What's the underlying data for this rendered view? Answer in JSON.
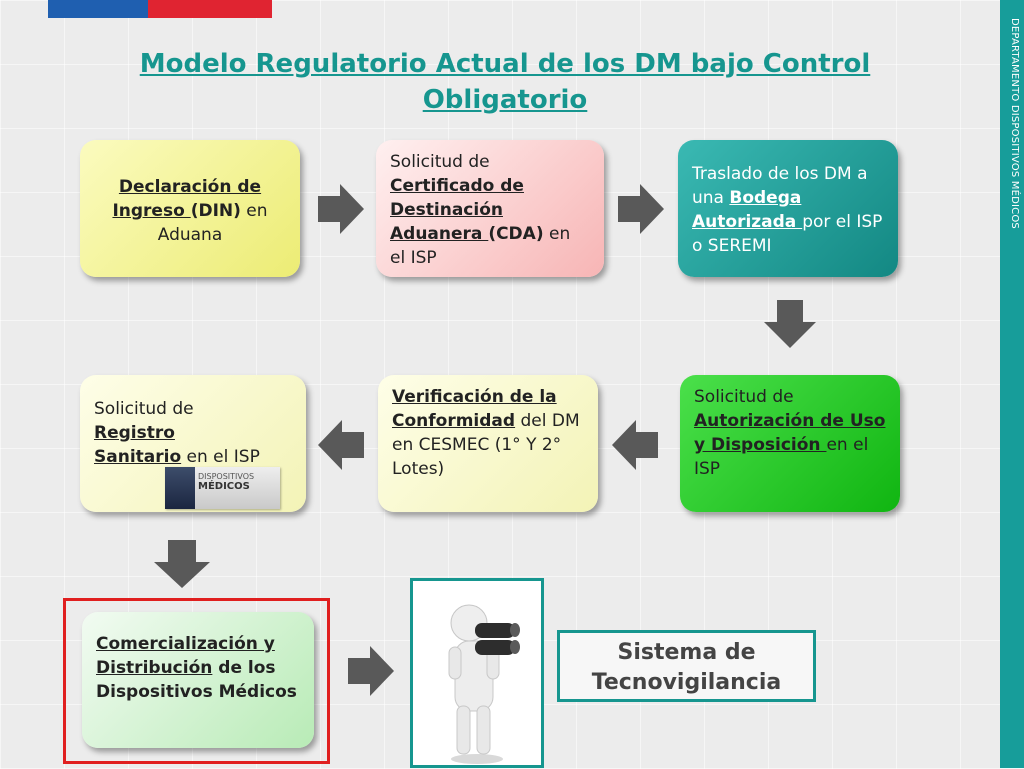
{
  "side_label": "DEPARTAMENTO DISPOSITIVOS MÉDICOS",
  "title": "Modelo Regulatorio Actual de los DM bajo Control Obligatorio",
  "boxes": {
    "din": {
      "t1": "Declaración de Ingreso ",
      "t2": "(DIN)",
      "t3": " en Aduana"
    },
    "cda": {
      "t1": "Solicitud de ",
      "t2": "Certificado de Destinación Aduanera ",
      "t3": "(CDA)",
      "t4": " en el ISP"
    },
    "bodega": {
      "t1": "Traslado de los DM a una ",
      "t2": "Bodega Autorizada ",
      "t3": "por el ISP o SEREMI"
    },
    "autorizacion": {
      "t1": "Solicitud de ",
      "t2": "Autorización de Uso y Disposición ",
      "t3": "en el ISP"
    },
    "verificacion": {
      "t1": "Verificación de la Conformidad",
      "t2": " del DM en CESMEC (1° Y 2° Lotes)"
    },
    "registro": {
      "t1": "Solicitud de ",
      "t2": "Registro Sanitario",
      "t3": " en el ISP"
    },
    "comercializacion": {
      "t1": "Comercialización y Distribución",
      "t2": " de los Dispositivos Médicos"
    }
  },
  "badge": {
    "line1": "DISPOSITIVOS",
    "line2": "MÉDICOS"
  },
  "sistema": "Sistema de Tecnovigilancia",
  "colors": {
    "teal": "#16968f",
    "red_frame": "#e01f1f",
    "arrow": "#595959"
  },
  "icons": [
    "arrow-right-icon",
    "arrow-down-icon",
    "arrow-left-icon",
    "person-binoculars-icon"
  ]
}
